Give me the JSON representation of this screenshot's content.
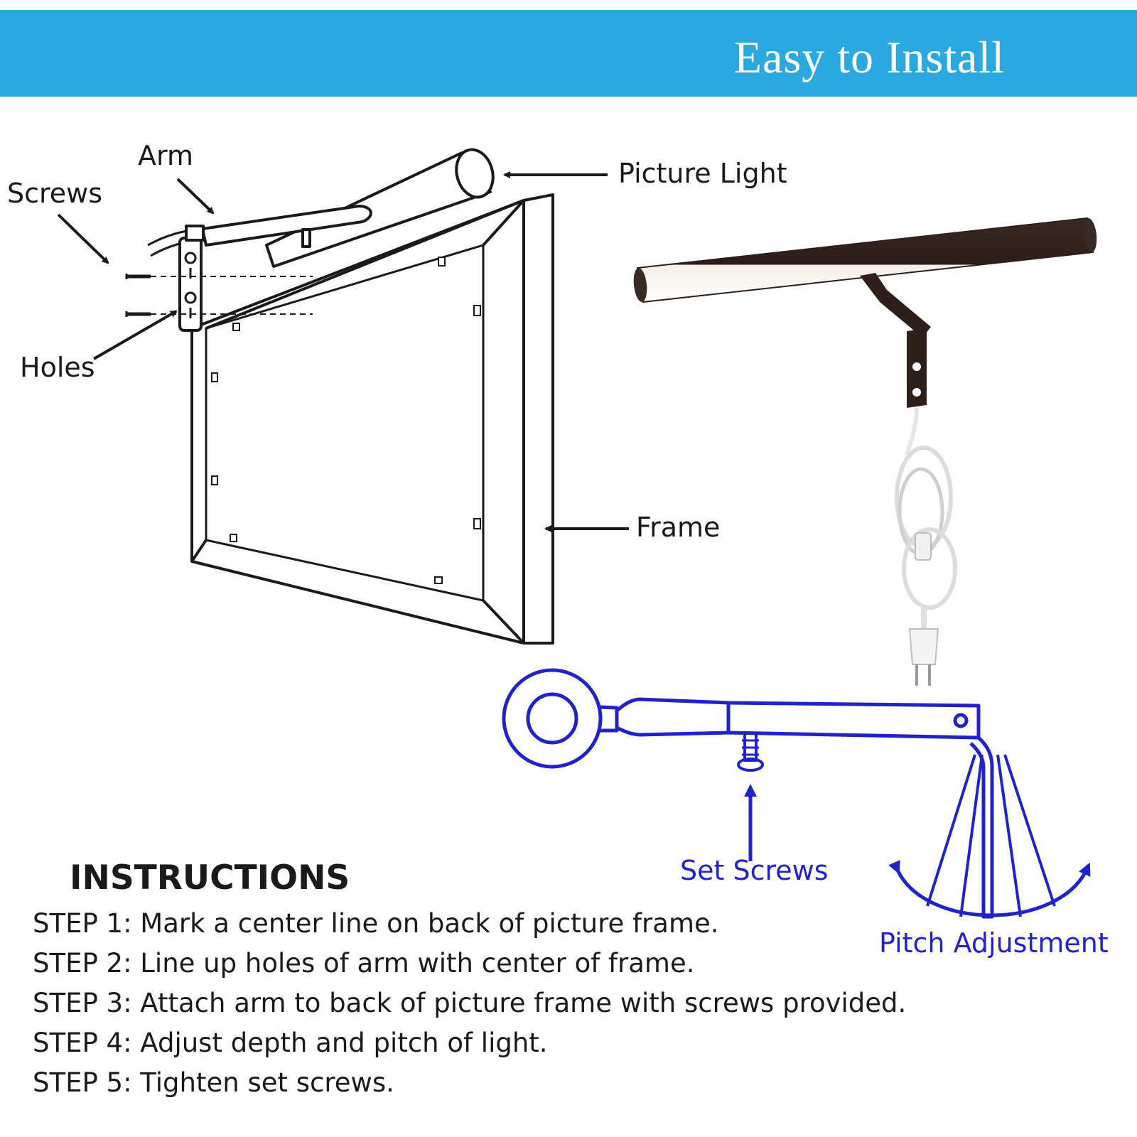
{
  "header": {
    "title": "Easy to Install"
  },
  "labels": {
    "arm": "Arm",
    "screws": "Screws",
    "holes": "Holes",
    "picture_light": "Picture Light",
    "frame": "Frame",
    "set_screws": "Set Screws",
    "pitch_adjustment": "Pitch Adjustment"
  },
  "instructions": {
    "title": "INSTRUCTIONS",
    "steps": [
      "STEP 1: Mark a center line on back of picture frame.",
      "STEP 2: Line up holes of arm with center of frame.",
      "STEP 3: Attach arm to back of picture frame with screws provided.",
      "STEP 4: Adjust depth and pitch of light.",
      "STEP 5: Tighten set screws."
    ]
  },
  "colors": {
    "banner": "#2aa8e0",
    "line_art": "#1a1a1a",
    "detail_blue": "#2222cc",
    "lamp_body": "#2e1f1a"
  }
}
